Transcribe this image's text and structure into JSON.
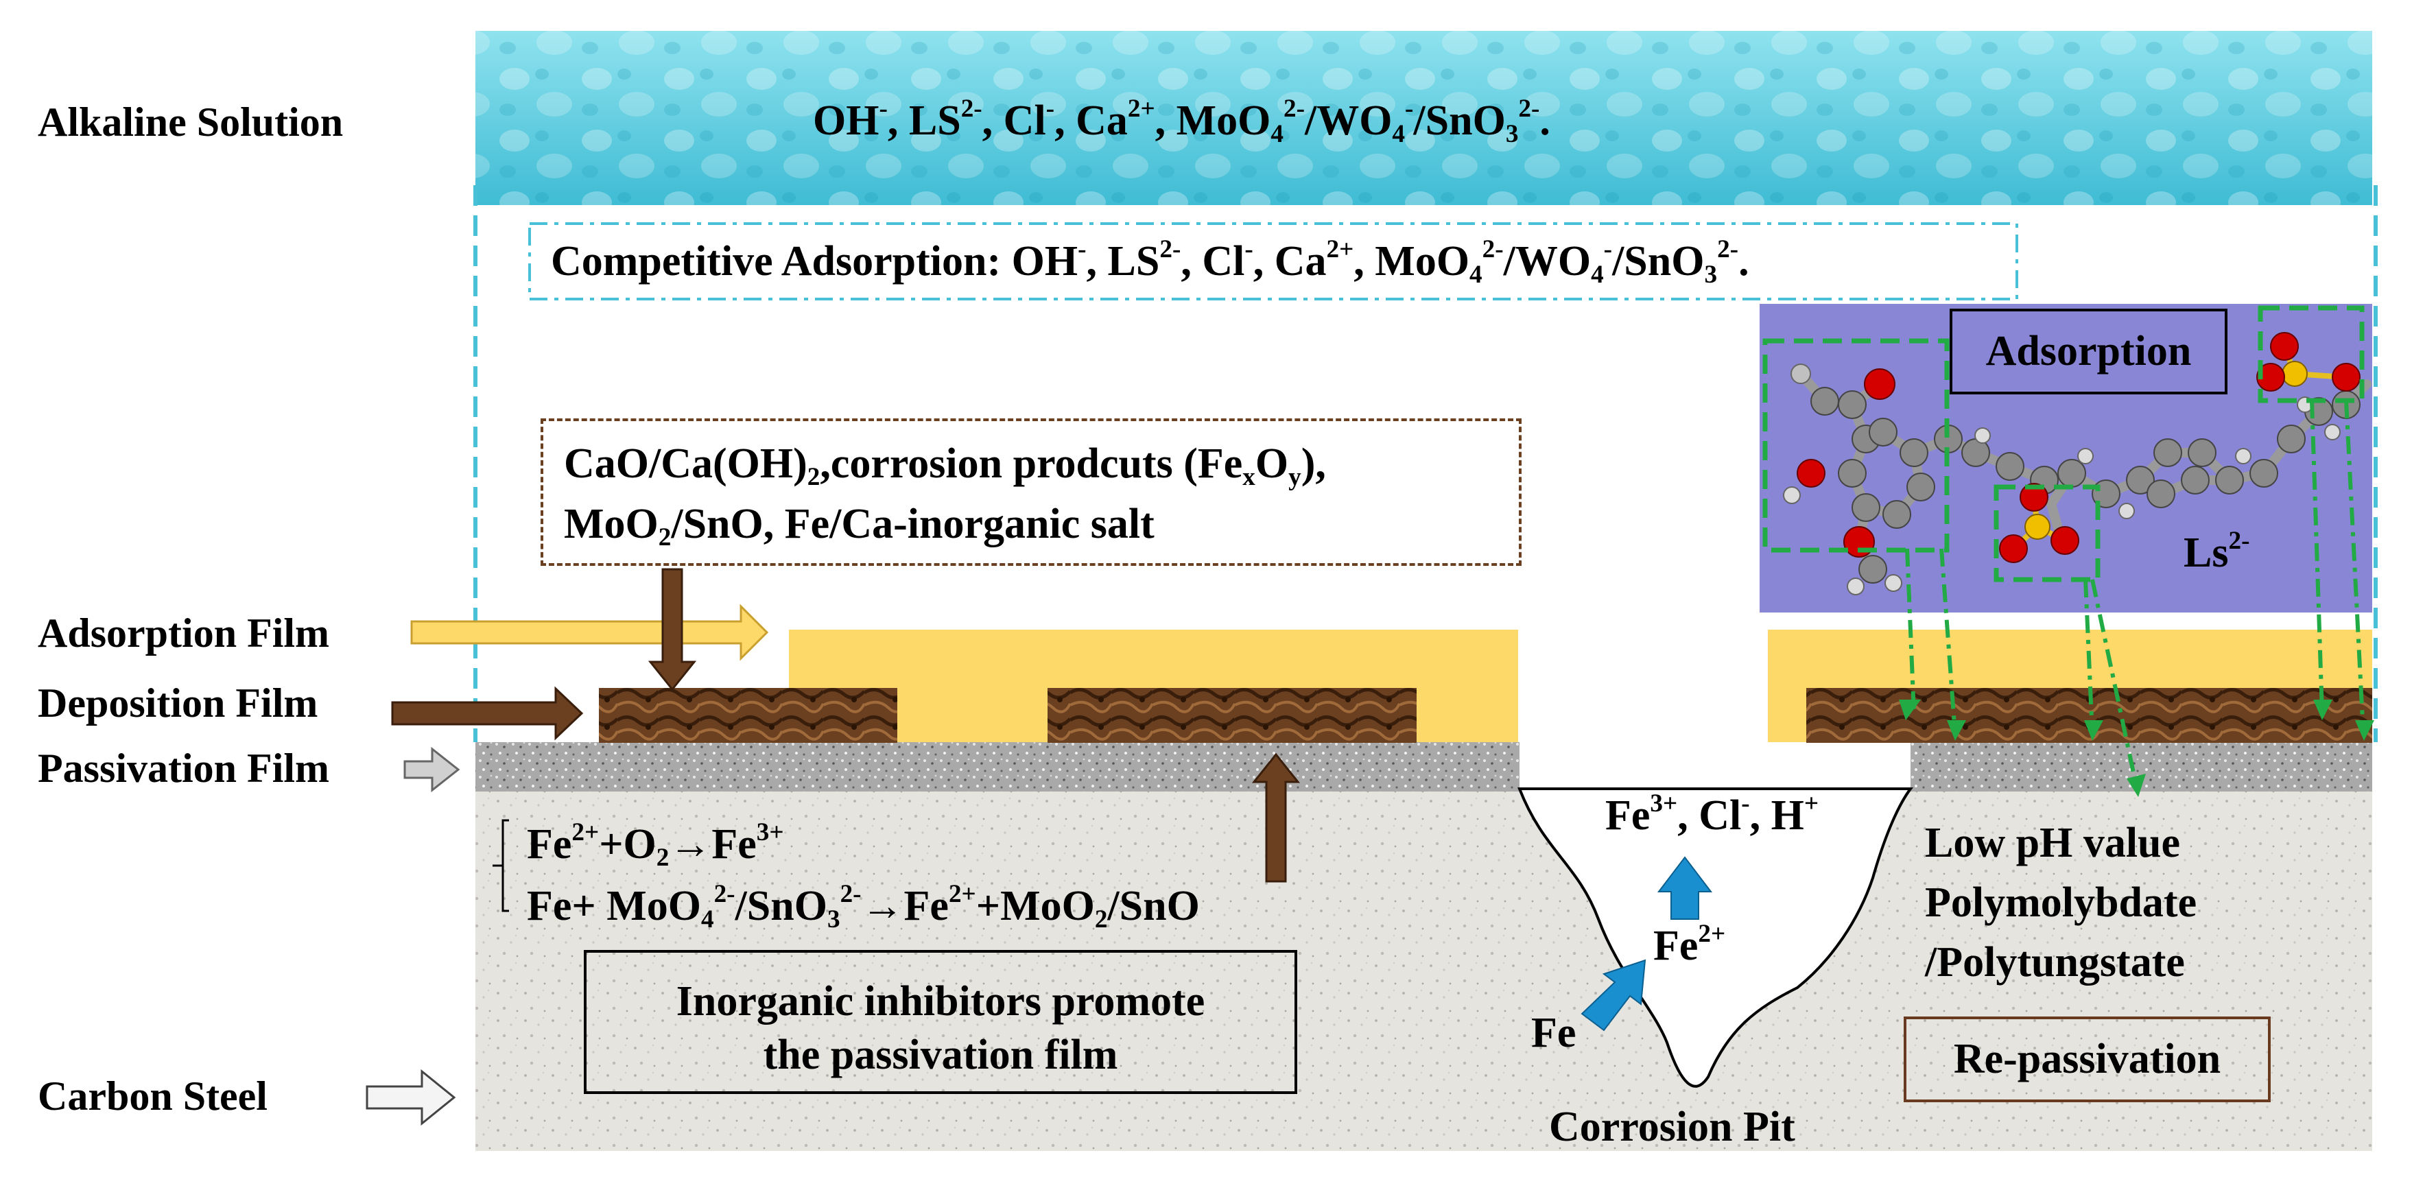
{
  "solution": {
    "label": "Alkaline Solution",
    "ions": [
      "OH",
      "-",
      ", LS",
      "2-",
      ", Cl",
      "-",
      ", Ca",
      "2+",
      ", MoO",
      "4",
      "2-",
      "/WO",
      "4",
      "-",
      "/SnO",
      "3",
      "2-",
      "."
    ]
  },
  "competitive": {
    "prefix": "Competitive Adsorption: "
  },
  "deposit_box": {
    "line1_a": "CaO/Ca(OH)",
    "line1_sub": "2",
    "line1_b": ",corrosion prodcuts (Fe",
    "line1_x": "x",
    "line1_o": "O",
    "line1_y": "y",
    "line1_c": "),",
    "line2_a": "MoO",
    "line2_sub": "2",
    "line2_b": "/SnO, Fe/Ca-inorganic salt"
  },
  "films": {
    "adsorption": "Adsorption Film",
    "deposition": "Deposition Film",
    "passivation": "Passivation Film",
    "steel": "Carbon Steel"
  },
  "reactions": {
    "r1": [
      "Fe",
      "2+",
      "+O",
      "2",
      "→Fe",
      "3+"
    ],
    "r2": [
      "Fe+ MoO",
      "4",
      "2-",
      "/SnO",
      "3",
      "2-",
      "→Fe",
      "2+",
      "+MoO",
      "2",
      "/SnO"
    ]
  },
  "inhibitor_box": {
    "line1": "Inorganic inhibitors promote",
    "line2": "the passivation film"
  },
  "pit": {
    "top": [
      "Fe",
      "3+",
      ", Cl",
      "-",
      ", H",
      "+"
    ],
    "fe2": [
      "Fe",
      "2+"
    ],
    "fe": "Fe",
    "label": "Corrosion Pit"
  },
  "repass": {
    "line1": "Low pH value",
    "line2": "Polymolybdate",
    "line3": "/Polytungstate",
    "box": "Re-passivation"
  },
  "molecule": {
    "title": "Adsorption",
    "ls": "Ls",
    "ls_sup": "2-"
  },
  "colors": {
    "solution": "#5fd0e0",
    "adsorption_film": "#fdd96a",
    "deposition_film": "#6a4020",
    "passivation_film": "#a8a8a8",
    "steel": "#e6e4df",
    "molecule_bg": "#8a86d6",
    "dash_cyan": "#48c0d8",
    "dash_green": "#22aa44",
    "arrow_blue": "#1a8fd0"
  }
}
